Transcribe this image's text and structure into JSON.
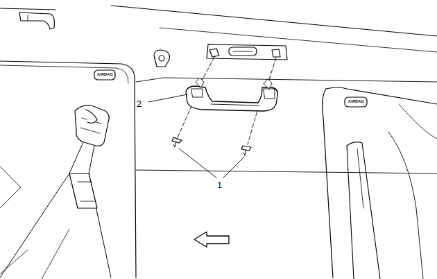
{
  "diagram": {
    "labels": [
      "AIRBAG",
      "2",
      "AIRBAG",
      "1"
    ]
  }
}
